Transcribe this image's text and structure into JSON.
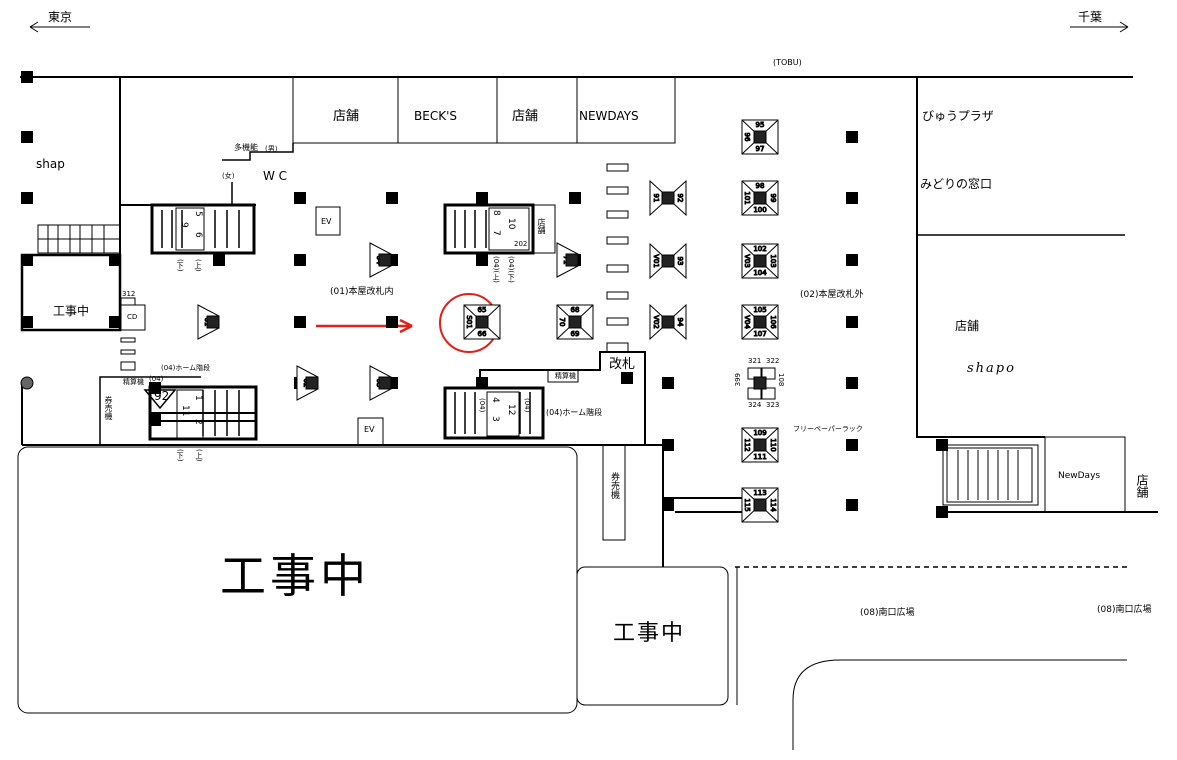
{
  "directions": {
    "left": "東京",
    "right": "千葉"
  },
  "tobu": "(TOBU)",
  "shops_top": [
    "店舗",
    "BECK'S",
    "店舗",
    "NEWDAYS"
  ],
  "labels": {
    "shap": "shap",
    "wc": "W C",
    "multi": "多機能",
    "men": "(男)",
    "women": "(女)",
    "ev1": "EV",
    "ev2": "EV",
    "construction_small_left": "工事中",
    "construction_big": "工事中",
    "construction_mid": "工事中",
    "cd": "CD",
    "n312": "312",
    "zone01": "(01)本屋改札内",
    "zone02": "(02)本屋改札外",
    "home_stairs_left": "(04)ホーム階段",
    "home_stairs_center": "(04)ホーム階段",
    "n04_left": "(04)",
    "n04_a": "(04)",
    "n04_b": "(04)",
    "seisan_left": "精算機",
    "seisan_center": "精算機",
    "kenbaiki_left": "券売機",
    "kenbaiki_center": "券売機",
    "gate": "改札",
    "shop_small": "店舗",
    "n202": "202",
    "n92": "92",
    "down1": "(下)",
    "up1": "(上)",
    "down2": "(下)",
    "up2": "(上)",
    "up3": "(04)(上)",
    "down3": "(04)(下)",
    "view_plaza": "びゅうプラザ",
    "midori": "みどりの窓口",
    "shop_right": "店舗",
    "shapo": "shapo",
    "newdays": "NewDays",
    "shop_far_right": "店舗",
    "free_paper": "フリーペーパーラック",
    "south1": "(08)南口広場",
    "south2": "(08)南口広場"
  },
  "stairs_numbers": {
    "a": [
      "5",
      "6",
      "9"
    ],
    "b": [
      "7",
      "8",
      "10"
    ],
    "c": [
      "1",
      "2",
      "11"
    ],
    "d": [
      "3",
      "4",
      "12"
    ]
  },
  "signs": [
    {
      "id": "s61",
      "t": "",
      "b": "",
      "l": "61",
      "r": ""
    },
    {
      "id": "s62",
      "t": "",
      "b": "",
      "l": "62",
      "r": ""
    },
    {
      "id": "s63",
      "t": "",
      "b": "",
      "l": "63",
      "r": ""
    },
    {
      "id": "s64",
      "t": "",
      "b": "",
      "l": "64",
      "r": ""
    },
    {
      "id": "s71",
      "t": "",
      "b": "",
      "l": "71",
      "r": ""
    },
    {
      "id": "s65",
      "t": "65",
      "b": "66",
      "l": "S01",
      "r": ""
    },
    {
      "id": "s68",
      "t": "68",
      "b": "69",
      "l": "70",
      "r": ""
    },
    {
      "id": "s91",
      "t": "",
      "b": "",
      "l": "91",
      "r": "92"
    },
    {
      "id": "s93",
      "t": "",
      "b": "",
      "l": "V01",
      "r": "93"
    },
    {
      "id": "s94",
      "t": "",
      "b": "",
      "l": "V02",
      "r": "94"
    },
    {
      "id": "s95",
      "t": "95",
      "b": "97",
      "l": "96",
      "r": ""
    },
    {
      "id": "s98",
      "t": "98",
      "b": "100",
      "l": "101",
      "r": "99"
    },
    {
      "id": "s102",
      "t": "102",
      "b": "104",
      "l": "V03",
      "r": "103"
    },
    {
      "id": "s105",
      "t": "105",
      "b": "107",
      "l": "V04",
      "r": "106"
    },
    {
      "id": "s109",
      "t": "109",
      "b": "111",
      "l": "112",
      "r": "110"
    },
    {
      "id": "s113",
      "t": "113",
      "b": "",
      "l": "115",
      "r": "114"
    }
  ],
  "rack": {
    "tl": "321",
    "tr": "322",
    "bl": "324",
    "br": "323",
    "l": "399",
    "r": "108"
  },
  "highlight_color": "#e0201b"
}
